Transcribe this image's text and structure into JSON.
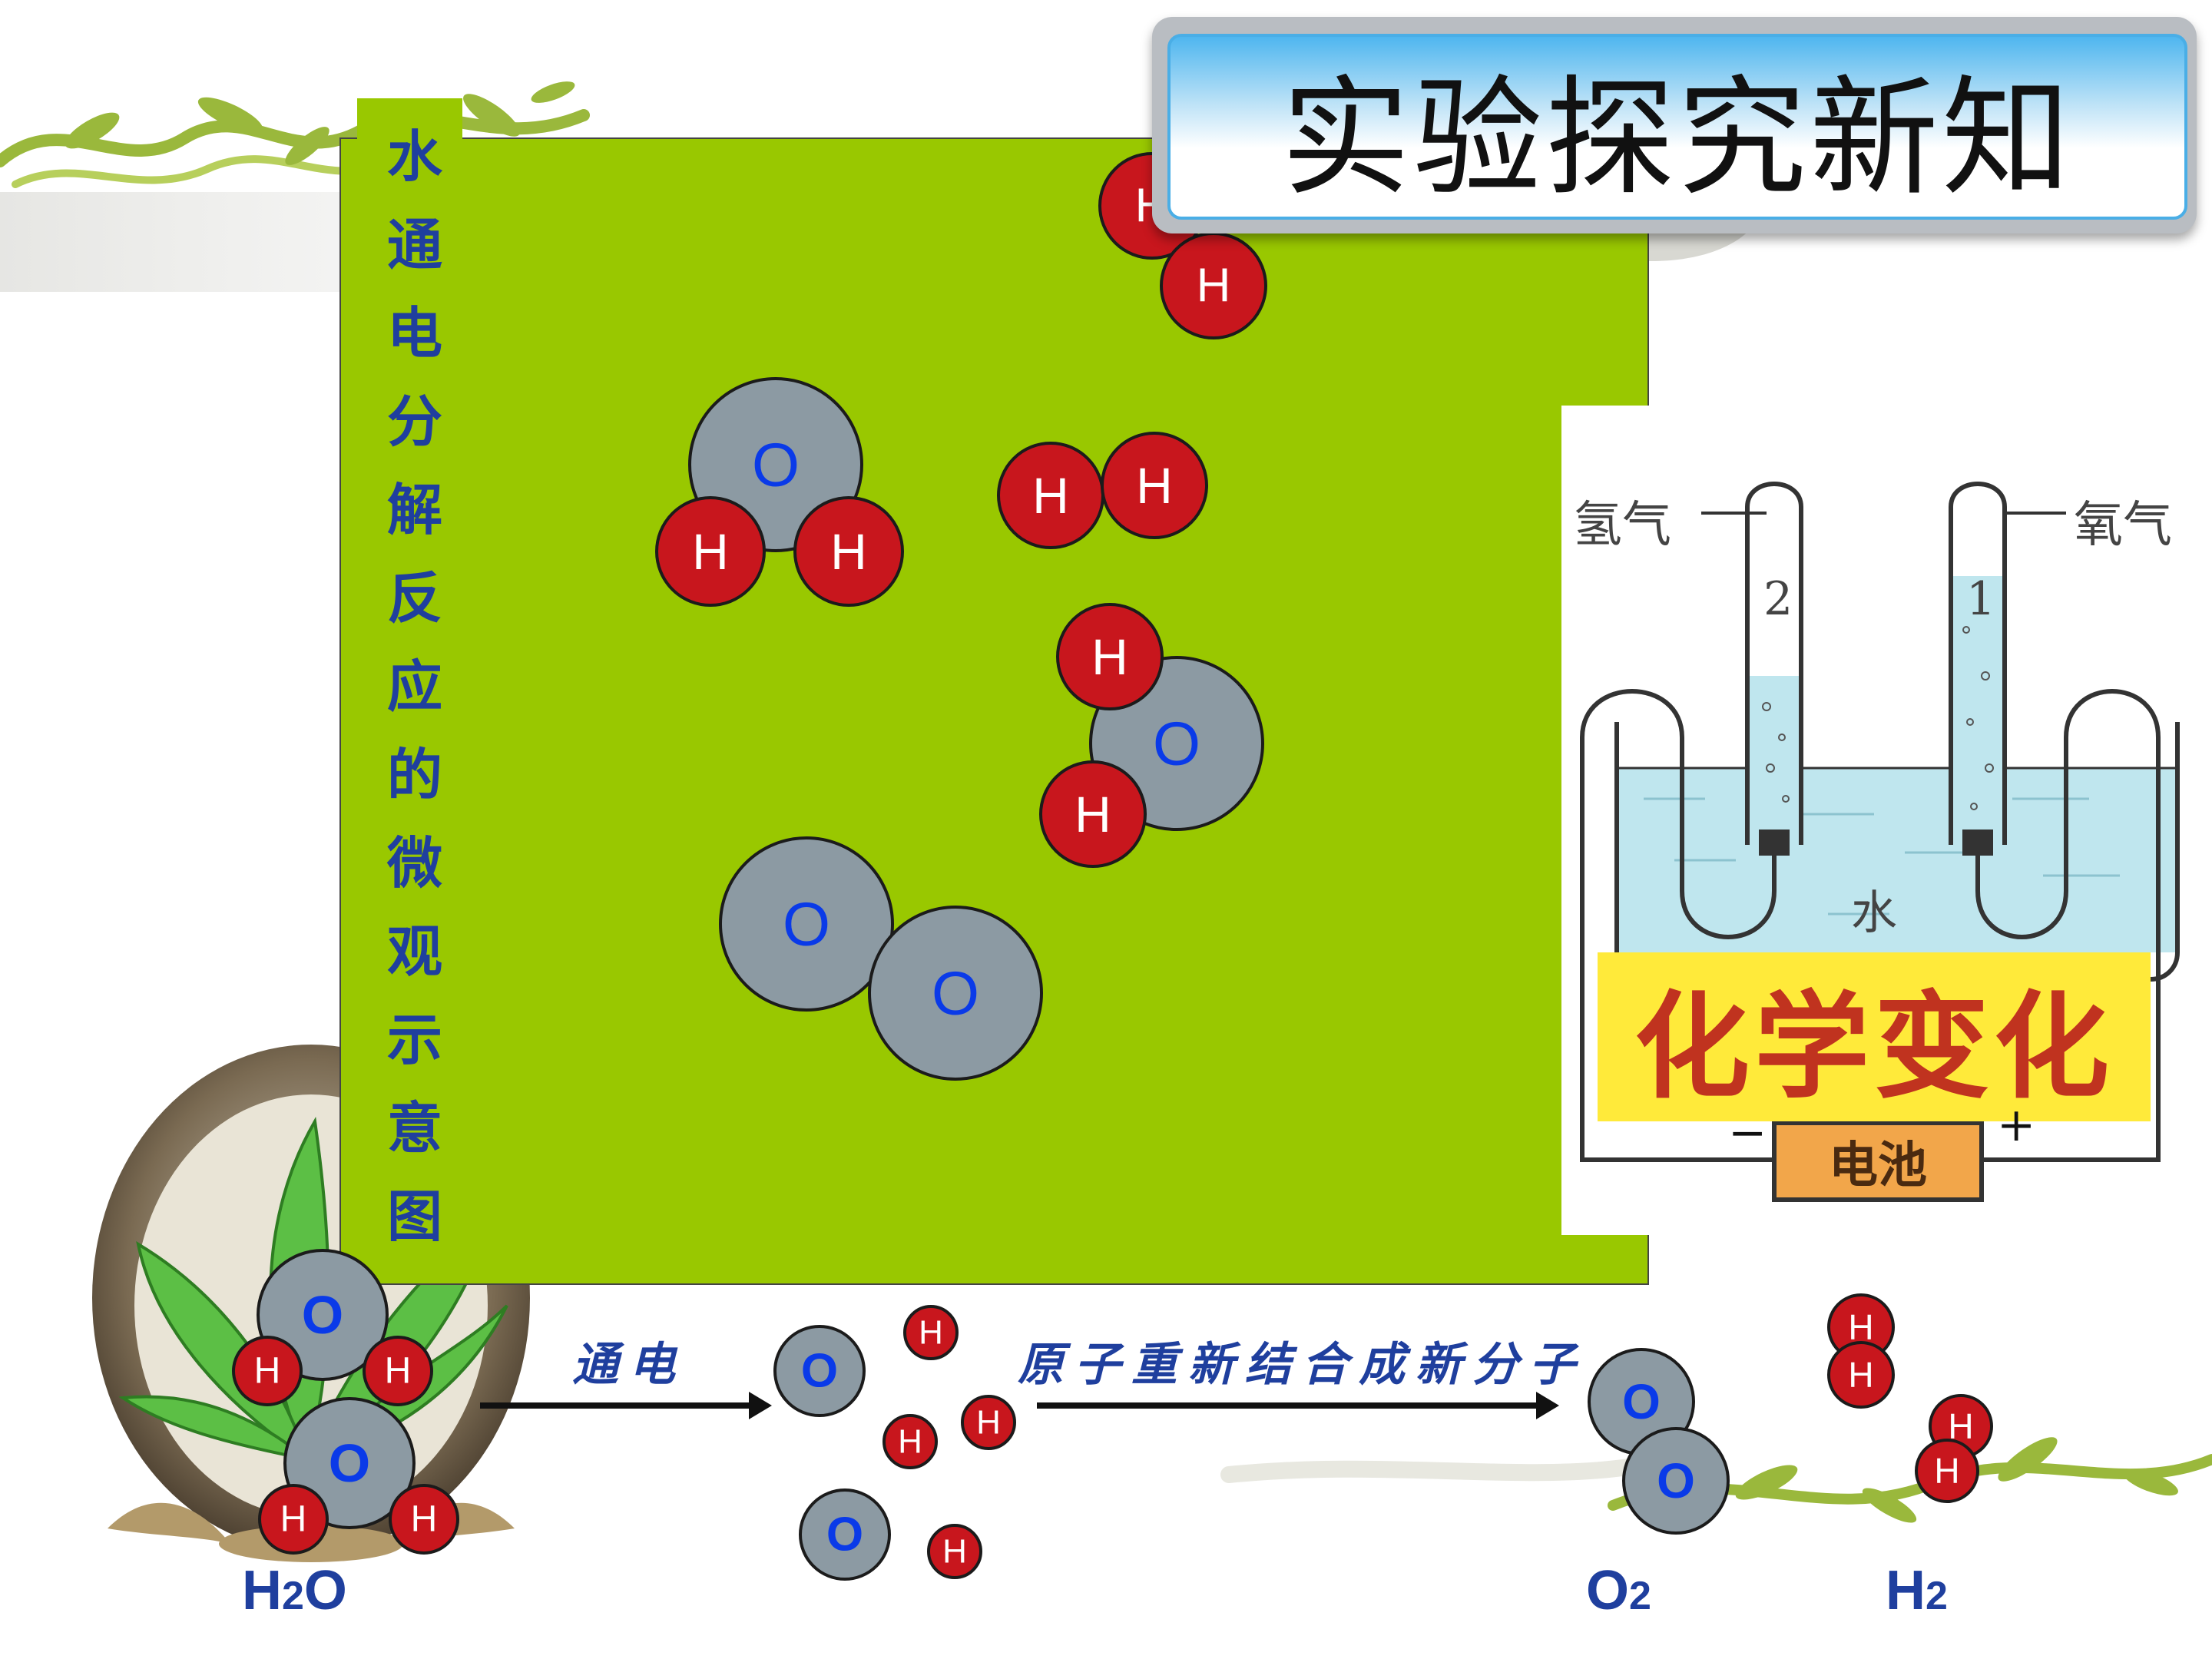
{
  "title": "实验探究新知",
  "vertical_label": [
    "水",
    "通",
    "电",
    "分",
    "解",
    "反",
    "应",
    "的",
    "微",
    "观",
    "示",
    "意",
    "图"
  ],
  "atom_symbols": {
    "oxygen": "O",
    "hydrogen": "H"
  },
  "reaction": {
    "step1_label": "通电",
    "step2_label": "原子重新结合成新分子",
    "reactant": {
      "main": "H",
      "sub": "2",
      "tail": "O"
    },
    "product1": {
      "main": "O",
      "sub": "2",
      "tail": ""
    },
    "product2": {
      "main": "H",
      "sub": "2",
      "tail": ""
    }
  },
  "apparatus": {
    "hydrogen_label": "氢气",
    "oxygen_label": "氧气",
    "tube_left_number": "2",
    "tube_right_number": "1",
    "water_label": "水",
    "change_label": "化学变化",
    "battery_label": "电池",
    "minus_sign": "−",
    "plus_sign": "+"
  },
  "colors": {
    "panel_green": "#99c800",
    "hydrogen_red": "#c8161d",
    "oxygen_gray": "#8c9aa3",
    "label_blue": "#1f3f9e",
    "oxygen_text_blue": "#0a3ae8"
  }
}
